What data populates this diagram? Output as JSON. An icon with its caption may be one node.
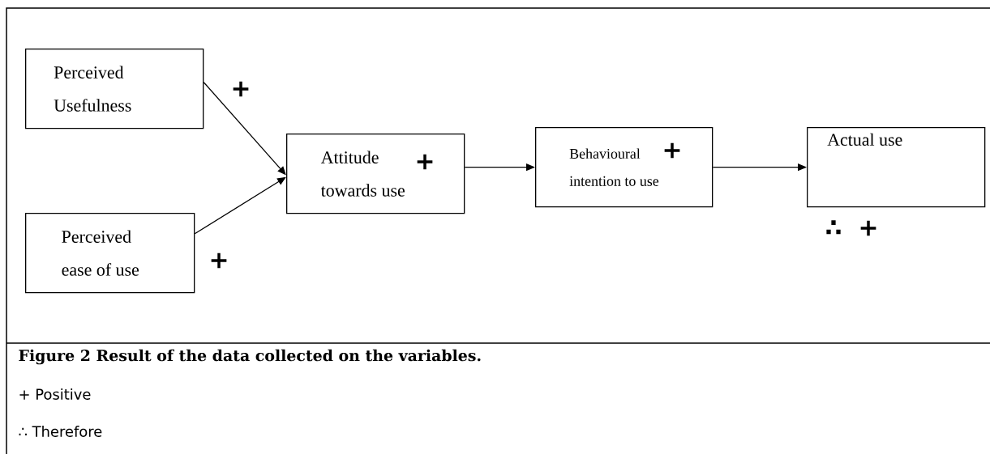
{
  "diagram": {
    "caption": "Figure 2 Result of the data collected on the variables.",
    "nodes": [
      {
        "text": [
          "Perceived Usefulness"
        ]
      },
      {
        "text": [
          "Perceived ease of use"
        ]
      },
      {
        "text": [
          "Attitude towards use",
          "+"
        ]
      },
      {
        "text": [
          "Behavioural intention to use",
          "+"
        ]
      },
      {
        "text": [
          "Actual use"
        ],
        "beside": [
          "∴",
          "+"
        ]
      }
    ],
    "edges": [
      {
        "from": 0,
        "to": 2,
        "arrow": "to",
        "label": "+"
      },
      {
        "from": 1,
        "to": 2,
        "arrow": "to",
        "label": "+"
      },
      {
        "from": 2,
        "to": 3,
        "arrow": "to"
      },
      {
        "from": 3,
        "to": 4,
        "arrow": "to"
      }
    ],
    "labels": [
      "+ Positive",
      "∴ Therefore"
    ]
  }
}
